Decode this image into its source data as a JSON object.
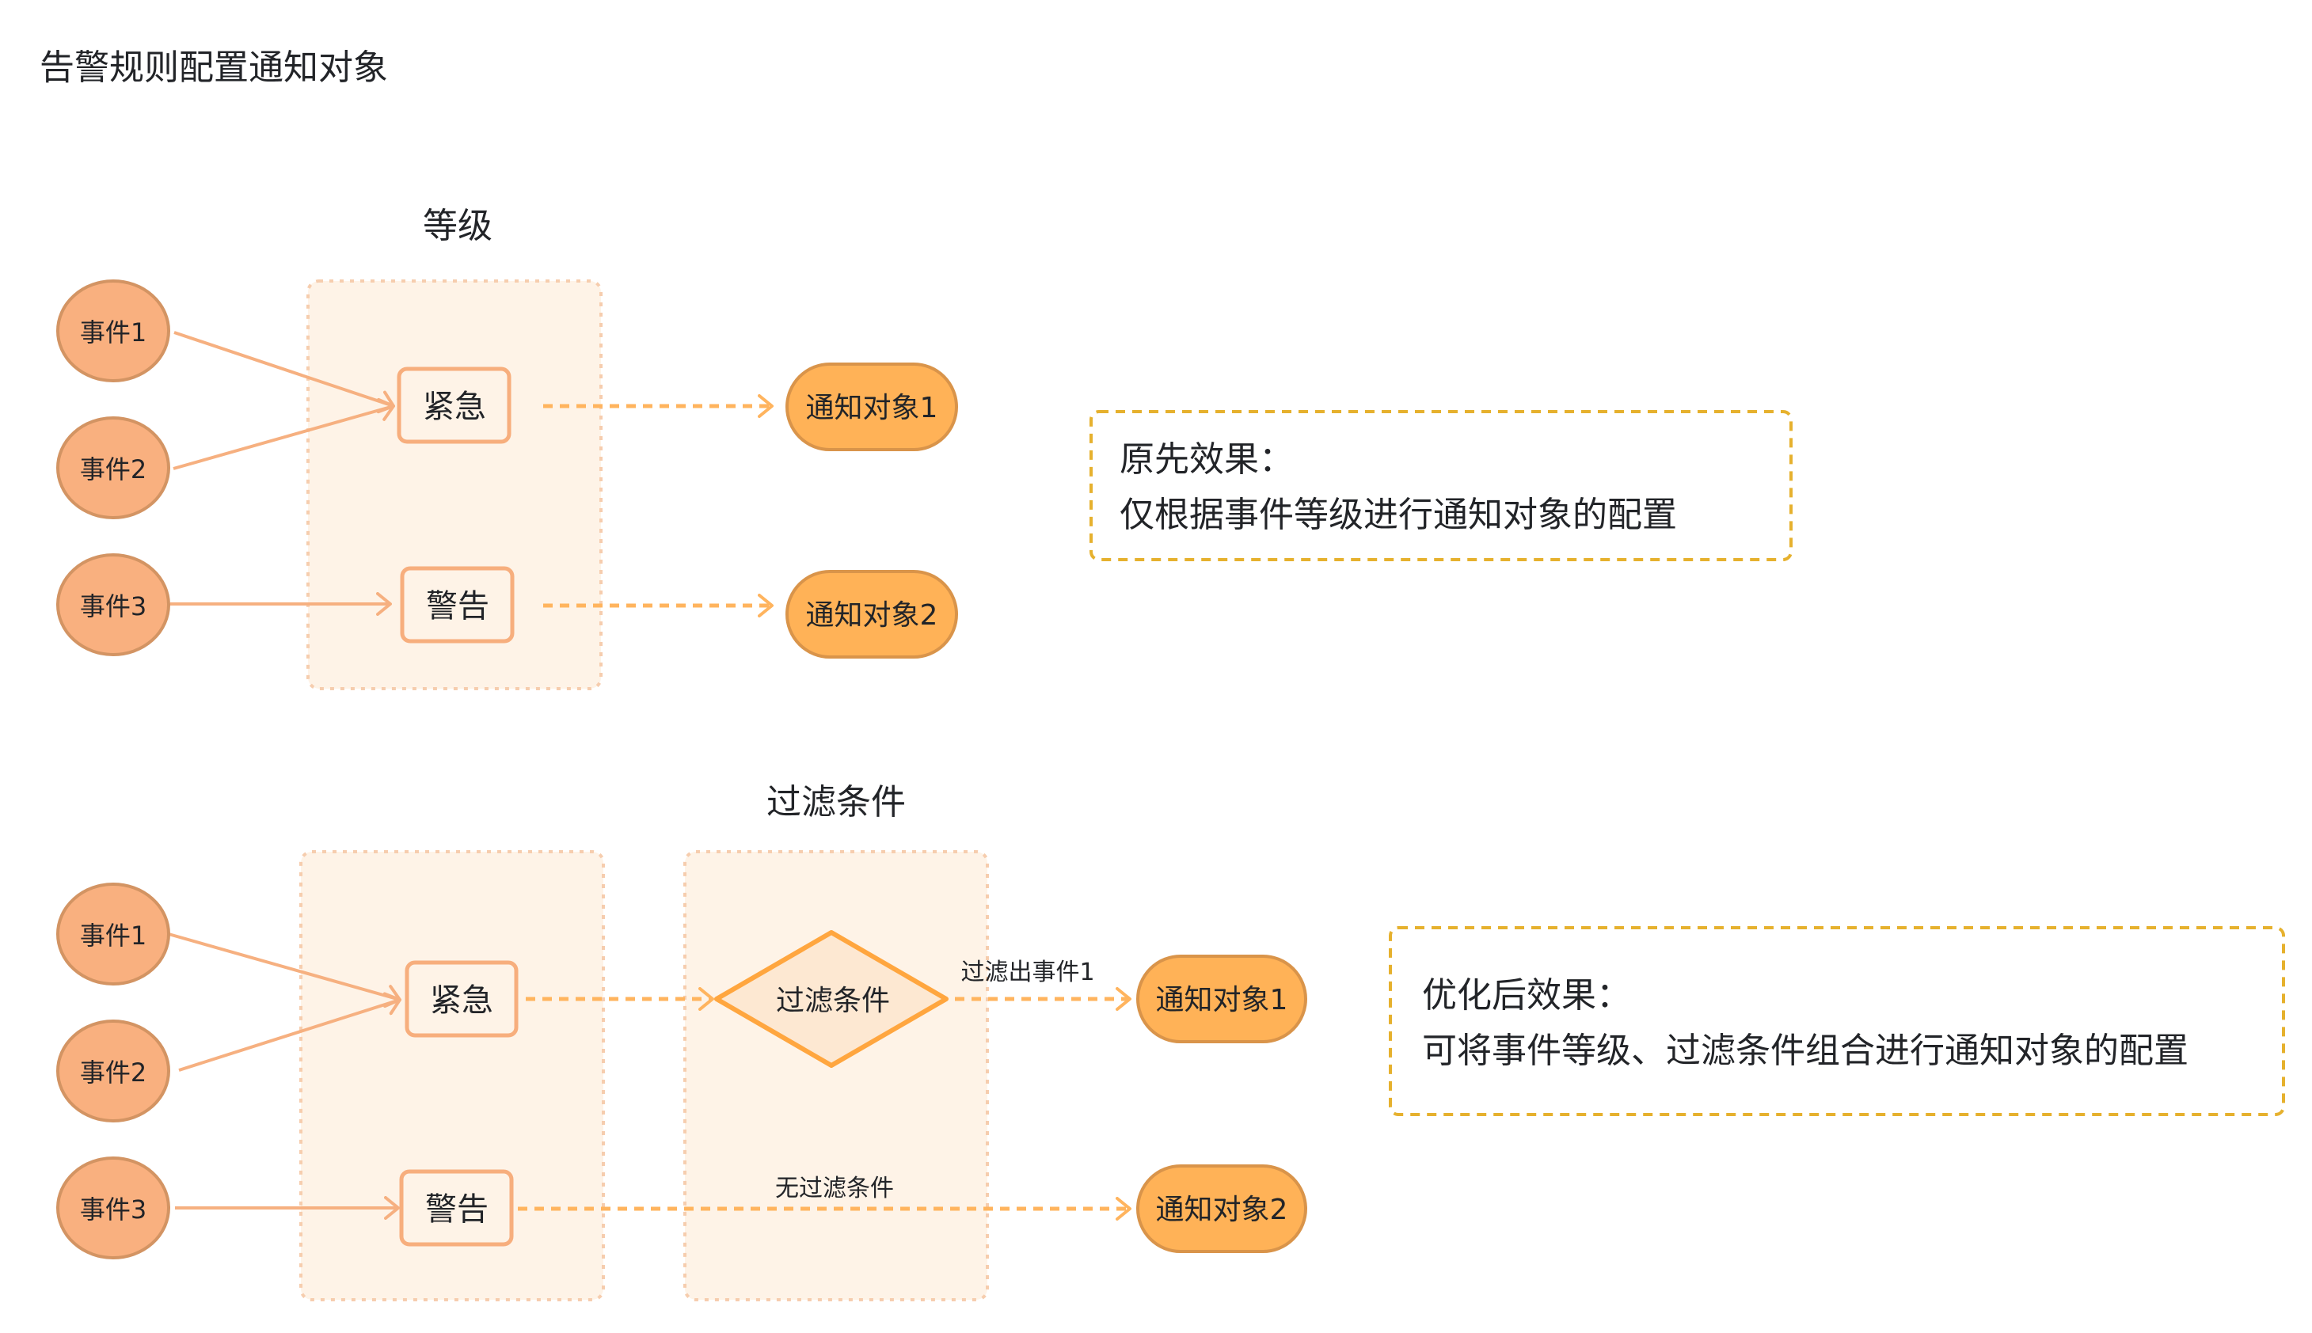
{
  "title": "告警规则配置通知对象",
  "colors": {
    "event_fill": "#F9B07F",
    "event_stroke": "#D39463",
    "target_fill": "#FFB257",
    "target_stroke": "#D9944A",
    "group_fill": "#FEF3E7",
    "group_stroke": "#F6CDAE",
    "node_stroke": "#F7AE7D",
    "arrow_solid": "#F6B080",
    "arrow_dashed": "#FFB45E",
    "diamond_fill": "#FDE8D2",
    "diamond_stroke": "#FFA63F",
    "note_stroke": "#E6B12E"
  },
  "original": {
    "group_title": "等级",
    "events": [
      "事件1",
      "事件2",
      "事件3"
    ],
    "levels": [
      "紧急",
      "警告"
    ],
    "targets": [
      "通知对象1",
      "通知对象2"
    ],
    "note": {
      "heading": "原先效果：",
      "body": "仅根据事件等级进行通知对象的配置"
    }
  },
  "optimized": {
    "filter_group_title": "过滤条件",
    "events": [
      "事件1",
      "事件2",
      "事件3"
    ],
    "levels": [
      "紧急",
      "警告"
    ],
    "filter_node": "过滤条件",
    "filter_out_label": "过滤出事件1",
    "no_filter_label": "无过滤条件",
    "targets": [
      "通知对象1",
      "通知对象2"
    ],
    "note": {
      "heading": "优化后效果：",
      "body": "可将事件等级、过滤条件组合进行通知对象的配置"
    }
  }
}
